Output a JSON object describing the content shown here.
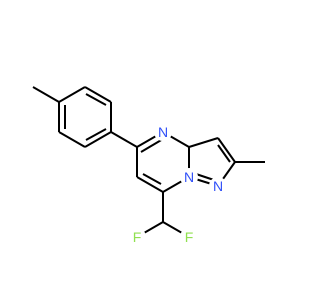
{
  "molecule": {
    "atoms": {
      "n4": {
        "symbol": "N",
        "color": "#3050f8"
      },
      "n_bridge": {
        "symbol": "N",
        "color": "#3050f8"
      },
      "n1": {
        "symbol": "N",
        "color": "#3050f8"
      },
      "f1": {
        "symbol": "F",
        "color": "#90e050"
      },
      "f2": {
        "symbol": "F",
        "color": "#90e050"
      }
    }
  }
}
